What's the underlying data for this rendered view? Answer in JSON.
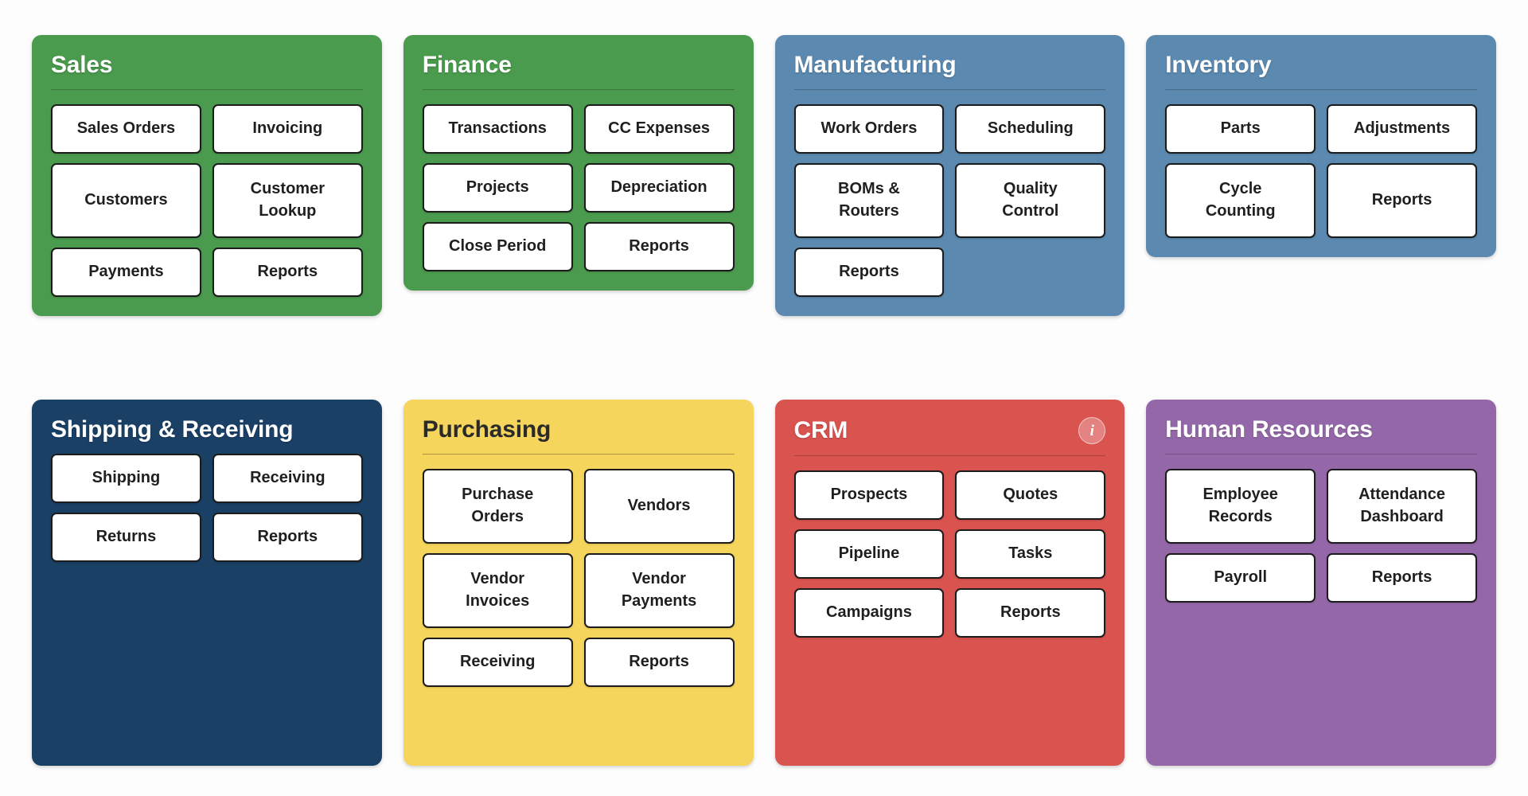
{
  "page": {
    "background": "#fdfdfd",
    "tile_background": "#ffffff",
    "tile_border": "#1c1c1c",
    "tile_text": "#1f1f1f"
  },
  "panels": [
    {
      "id": "sales",
      "title": "Sales",
      "color": "#4a9b4e",
      "title_style": "light",
      "show_divider": true,
      "info_icon": null,
      "tile_rows": [
        {
          "tall": false,
          "tiles": [
            "Sales Orders",
            "Invoicing"
          ]
        },
        {
          "tall": true,
          "tiles": [
            "Customers",
            "Customer\nLookup"
          ]
        },
        {
          "tall": false,
          "tiles": [
            "Payments",
            "Reports"
          ]
        }
      ]
    },
    {
      "id": "finance",
      "title": "Finance",
      "color": "#4a9b4e",
      "title_style": "light",
      "show_divider": true,
      "info_icon": null,
      "tile_rows": [
        {
          "tall": false,
          "tiles": [
            "Transactions",
            "CC Expenses"
          ]
        },
        {
          "tall": false,
          "tiles": [
            "Projects",
            "Depreciation"
          ]
        },
        {
          "tall": false,
          "tiles": [
            "Close Period",
            "Reports"
          ]
        }
      ]
    },
    {
      "id": "manufacturing",
      "title": "Manufacturing",
      "color": "#5b89b0",
      "title_style": "light",
      "show_divider": true,
      "info_icon": null,
      "tile_rows": [
        {
          "tall": false,
          "tiles": [
            "Work Orders",
            "Scheduling"
          ]
        },
        {
          "tall": true,
          "tiles": [
            "BOMs &\nRouters",
            "Quality\nControl"
          ]
        },
        {
          "tall": false,
          "tiles": [
            "Reports"
          ]
        }
      ]
    },
    {
      "id": "inventory",
      "title": "Inventory",
      "color": "#5b89b0",
      "title_style": "light",
      "show_divider": true,
      "info_icon": null,
      "tile_rows": [
        {
          "tall": false,
          "tiles": [
            "Parts",
            "Adjustments"
          ]
        },
        {
          "tall": true,
          "tiles": [
            "Cycle\nCounting",
            "Reports"
          ]
        }
      ]
    },
    {
      "id": "shipping-receiving",
      "title": "Shipping & Receiving",
      "color": "#1a4066",
      "title_style": "light",
      "show_divider": false,
      "info_icon": null,
      "tile_rows": [
        {
          "tall": false,
          "tiles": [
            "Shipping",
            "Receiving"
          ]
        },
        {
          "tall": false,
          "tiles": [
            "Returns",
            "Reports"
          ]
        }
      ]
    },
    {
      "id": "purchasing",
      "title": "Purchasing",
      "color": "#f5d55c",
      "title_style": "dark",
      "show_divider": true,
      "info_icon": null,
      "tile_rows": [
        {
          "tall": true,
          "tiles": [
            "Purchase\nOrders",
            "Vendors"
          ]
        },
        {
          "tall": true,
          "tiles": [
            "Vendor\nInvoices",
            "Vendor\nPayments"
          ]
        },
        {
          "tall": false,
          "tiles": [
            "Receiving",
            "Reports"
          ]
        }
      ]
    },
    {
      "id": "crm",
      "title": "CRM",
      "color": "#d9534f",
      "title_style": "light",
      "show_divider": true,
      "info_icon": {
        "name": "info-icon",
        "glyph": "i"
      },
      "tile_rows": [
        {
          "tall": false,
          "tiles": [
            "Prospects",
            "Quotes"
          ]
        },
        {
          "tall": false,
          "tiles": [
            "Pipeline",
            "Tasks"
          ]
        },
        {
          "tall": false,
          "tiles": [
            "Campaigns",
            "Reports"
          ]
        }
      ]
    },
    {
      "id": "human-resources",
      "title": "Human Resources",
      "color": "#9468a8",
      "title_style": "light",
      "show_divider": true,
      "info_icon": null,
      "tile_rows": [
        {
          "tall": true,
          "tiles": [
            "Employee\nRecords",
            "Attendance\nDashboard"
          ]
        },
        {
          "tall": false,
          "tiles": [
            "Payroll",
            "Reports"
          ]
        }
      ]
    }
  ]
}
